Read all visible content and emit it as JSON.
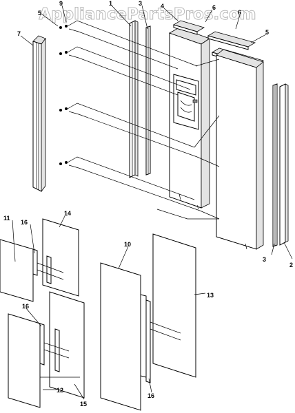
{
  "watermark": "AppliancePartsPros.com",
  "callouts": {
    "c1": "1",
    "c2": "2",
    "c3a": "3",
    "c3b": "3",
    "c4": "4",
    "c5a": "5",
    "c5b": "5",
    "c6a": "6",
    "c6b": "6",
    "c7": "7",
    "c9": "9",
    "c10": "10",
    "c11": "11",
    "c12": "12",
    "c13": "13",
    "c14": "14",
    "c15": "15",
    "c16a": "16",
    "c16b": "16",
    "c16c": "16"
  },
  "icons": {
    "door_assembly": "refrigerator-door-icon",
    "dispenser": "dispenser-icon",
    "screw": "screw-icon"
  }
}
